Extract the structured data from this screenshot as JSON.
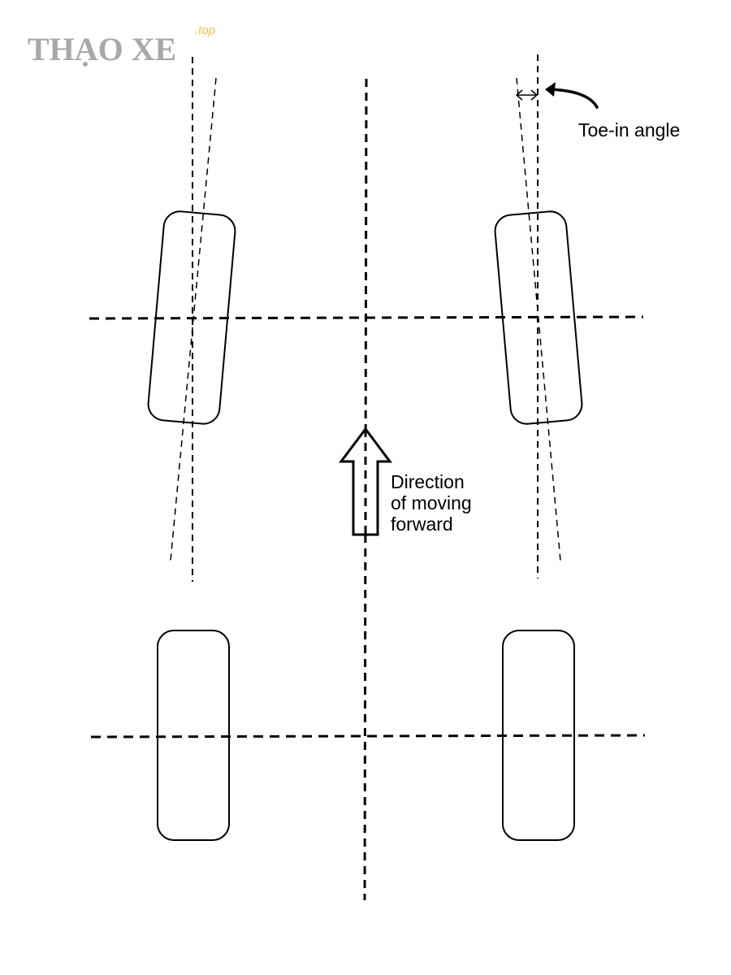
{
  "logo": {
    "text": "THẠO XE",
    "suffix": ".top",
    "color": "#a8a8a8",
    "suffix_color": "#f0c040"
  },
  "labels": {
    "toe_in": "Toe-in angle",
    "direction_line1": "Direction",
    "direction_line2": "of moving",
    "direction_line3": "forward"
  },
  "colors": {
    "stroke": "#000000",
    "background": "#ffffff"
  },
  "wheels": [
    {
      "name": "front-left-wheel",
      "toe": "toe-in"
    },
    {
      "name": "front-right-wheel",
      "toe": "toe-in"
    },
    {
      "name": "rear-left-wheel",
      "toe": "straight"
    },
    {
      "name": "rear-right-wheel",
      "toe": "straight"
    }
  ]
}
